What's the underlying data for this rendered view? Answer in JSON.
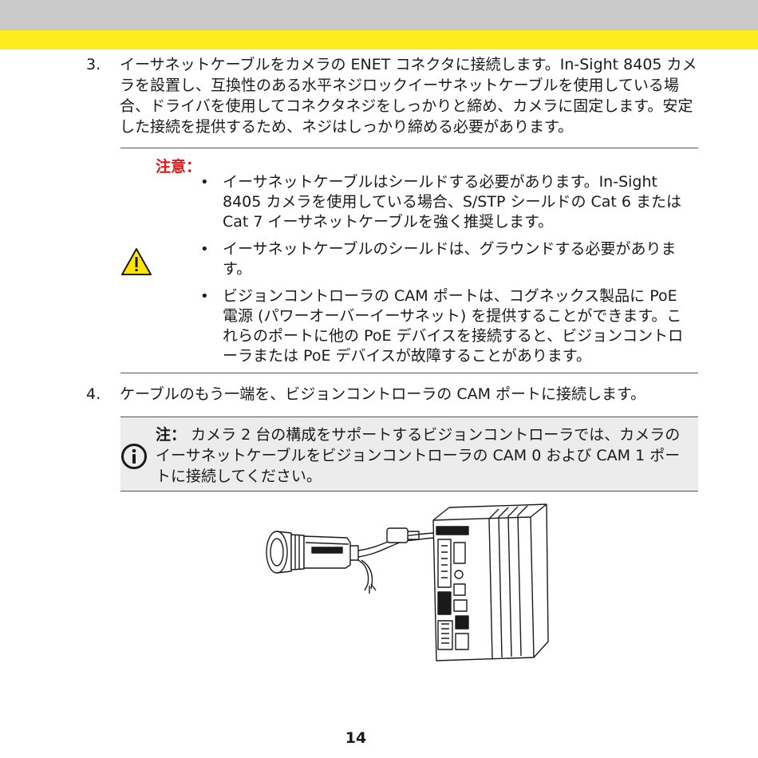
{
  "step3": {
    "number": "3.",
    "text": "イーサネットケーブルをカメラの ENET コネクタに接続します。In-Sight 8405 カメラを設置し、互換性のある水平ネジロックイーサネットケーブルを使用している場合、ドライバを使用してコネクタネジをしっかりと締め、カメラに固定します。安定した接続を提供するため、ネジはしっかり締める必要があります。"
  },
  "caution": {
    "title": "注意：",
    "icon": "warning-triangle-icon",
    "items": [
      "イーサネットケーブルはシールドする必要があります。In-Sight 8405 カメラを使用している場合、S/STP シールドの Cat 6 または Cat 7 イーサネットケーブルを強く推奨します。",
      "イーサネットケーブルのシールドは、グラウンドする必要があります。",
      "ビジョンコントローラの CAM ポートは、コグネックス製品に PoE 電源 (パワーオーバーイーサネット) を提供することができます。これらのポートに他の PoE デバイスを接続すると、ビジョンコントローラまたは PoE デバイスが故障することがあります。"
    ]
  },
  "step4": {
    "number": "4.",
    "text": "ケーブルのもう一端を、ビジョンコントローラの CAM ポートに接続します。"
  },
  "note": {
    "label": "注：",
    "text": "カメラ 2 台の構成をサポートするビジョンコントローラでは、カメラのイーサネットケーブルをビジョンコントローラの CAM 0 および CAM 1 ポートに接続してください。",
    "icon": "info-circle-icon"
  },
  "page_number": "14",
  "colors": {
    "header_gray": "#c9c9c9",
    "header_yellow": "#ffec1a",
    "caution_red": "#e3161b",
    "warning_yellow": "#ffe600",
    "note_background": "#ececec"
  }
}
